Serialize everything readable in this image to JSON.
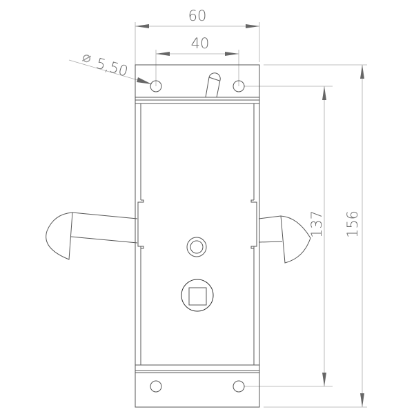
{
  "drawing": {
    "dimensions": {
      "overall_width": "60",
      "hole_spacing": "40",
      "hole_diameter_symbol": "⌀",
      "hole_diameter": "5,50",
      "hole_vertical_spacing": "137",
      "overall_height": "156"
    },
    "colors": {
      "line": "#555555",
      "dimension": "#666666"
    }
  }
}
